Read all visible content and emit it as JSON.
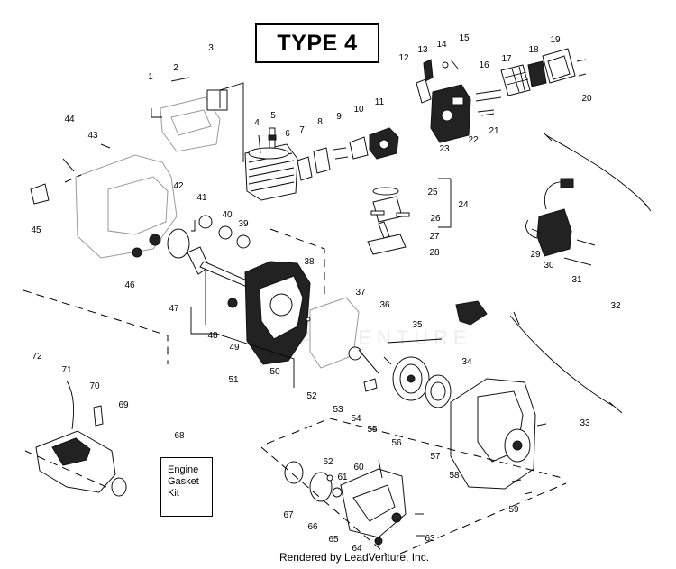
{
  "title": "TYPE 4",
  "gasket_kit": {
    "number": "68",
    "label_lines": [
      "Engine",
      "Gasket",
      "Kit"
    ]
  },
  "footer": "Rendered by LeadVenture, Inc.",
  "watermark": "LEADVENTURE",
  "part_numbers": [
    "1",
    "2",
    "3",
    "4",
    "5",
    "6",
    "7",
    "8",
    "9",
    "10",
    "11",
    "12",
    "13",
    "14",
    "15",
    "16",
    "17",
    "18",
    "19",
    "20",
    "21",
    "22",
    "23",
    "24",
    "25",
    "26",
    "27",
    "28",
    "29",
    "30",
    "31",
    "32",
    "33",
    "34",
    "35",
    "36",
    "37",
    "38",
    "39",
    "40",
    "41",
    "42",
    "43",
    "44",
    "45",
    "46",
    "47",
    "48",
    "49",
    "50",
    "51",
    "52",
    "53",
    "54",
    "55",
    "56",
    "57",
    "58",
    "59",
    "60",
    "61",
    "62",
    "63",
    "64",
    "65",
    "66",
    "67",
    "69",
    "70",
    "71",
    "72"
  ]
}
